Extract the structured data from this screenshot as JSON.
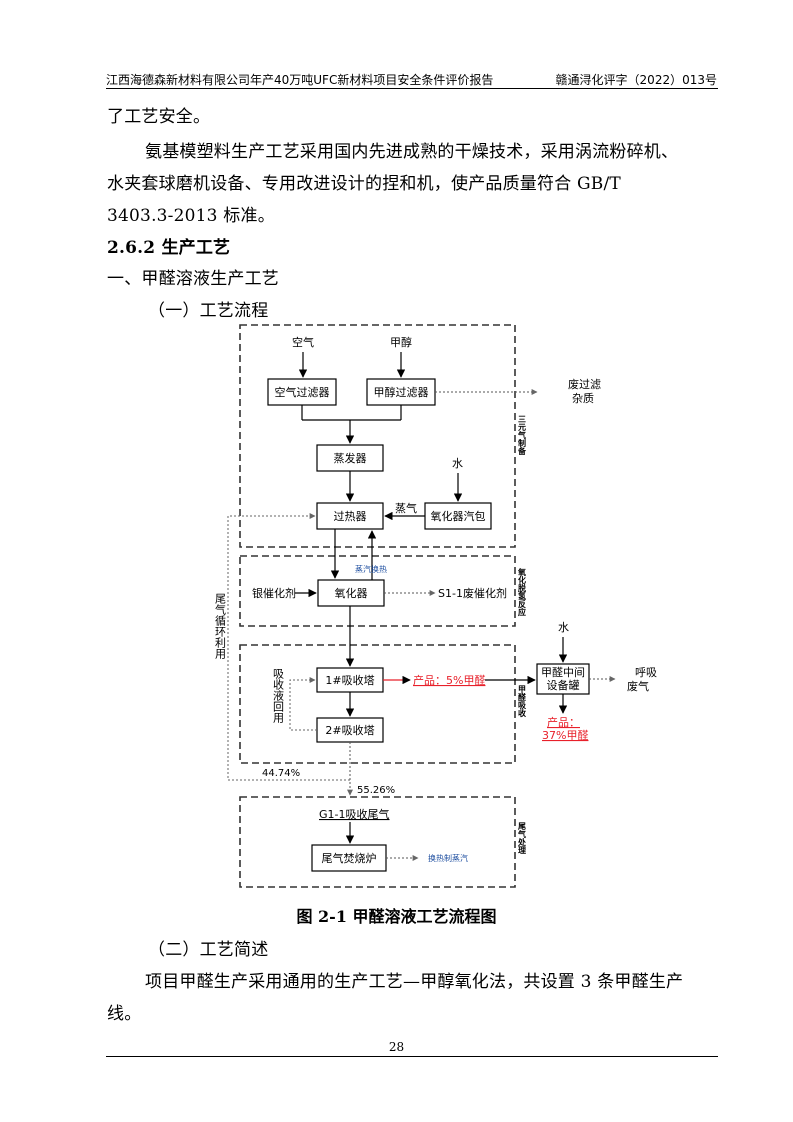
{
  "header": {
    "title": "江西海德森新材料有限公司年产40万吨UFC新材料项目安全条件评价报告",
    "doc_number": "赣通浔化评字（2022）013号"
  },
  "body": {
    "line1": "了工艺安全。",
    "line2": "氨基模塑料生产工艺采用国内先进成熟的干燥技术，采用涡流粉碎机、",
    "line3": "水夹套球磨机设备、专用改进设计的捏和机，使产品质量符合 GB/T",
    "line4": "3403.3-2013 标准。",
    "section": "2.6.2 生产工艺",
    "sub1": "一、甲醛溶液生产工艺",
    "sub2": "（一）工艺流程",
    "sub3": "（二）工艺简述",
    "para1": "项目甲醛生产采用通用的生产工艺—甲醇氧化法，共设置 3 条甲醛生产",
    "para2": "线。"
  },
  "figure": {
    "caption": "图 2-1 甲醛溶液工艺流程图",
    "inputs": {
      "air": "空气",
      "methanol": "甲醇",
      "water1": "水",
      "water2": "水"
    },
    "boxes": {
      "air_filter": "空气过滤器",
      "methanol_filter": "甲醇过滤器",
      "evaporator": "蒸发器",
      "superheater": "过热器",
      "oxidizer_drum": "氧化器汽包",
      "oxidizer": "氧化器",
      "tower1": "1#吸收塔",
      "tower2": "2#吸收塔",
      "mid_tank_l1": "甲醛中间",
      "mid_tank_l2": "设备罐",
      "incinerator": "尾气焚烧炉"
    },
    "labels": {
      "waste_impurity_l1": "废过滤",
      "waste_impurity_l2": "杂质",
      "steam": "蒸气",
      "steam_heat": "蒸汽换热",
      "silver_catalyst": "银催化剂",
      "waste_catalyst": "S1-1废催化剂",
      "product_5": "产品：5%甲醛",
      "product_37_l1": "产品：",
      "product_37_l2": "37%甲醛",
      "breath_l1": "呼吸",
      "breath_l2": "废气",
      "absorb_recycle": "吸收液回用",
      "tail_recycle": "尾气循环利用",
      "pct_a": "44.74%",
      "pct_b": "55.26%",
      "tail_gas": "G1-1吸收尾气",
      "steam_out": "换热制蒸汽",
      "zone1": "三元气制备",
      "zone2": "氧化脱氢反应",
      "zone3": "甲醛吸收",
      "zone4": "尾气处理"
    },
    "colors": {
      "highlight": "#e8202a",
      "blue_note": "#1f4fa0"
    }
  },
  "footer": {
    "page": "28"
  }
}
